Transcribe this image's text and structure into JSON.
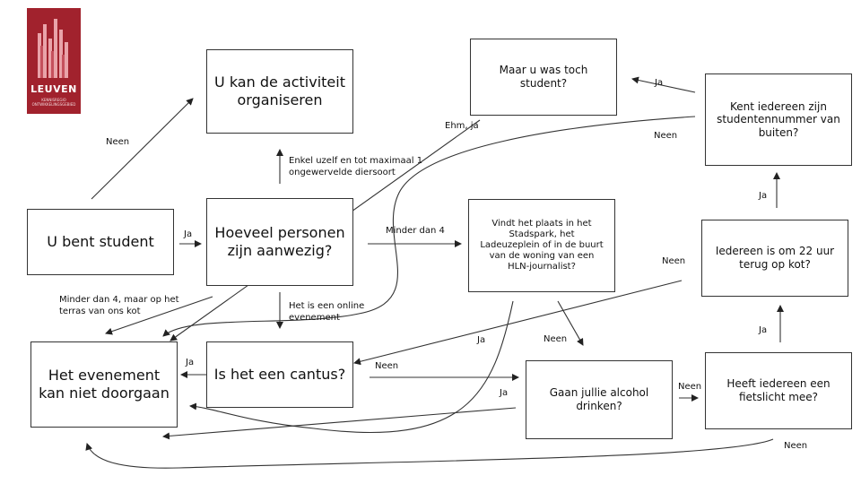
{
  "logo": {
    "name": "LEUVEN",
    "subtitle": "KENNISREGIO ONTWIKKELINGSGEBIED"
  },
  "nodes": {
    "student": "U bent student",
    "organize": "U kan de activiteit organiseren",
    "persons": "Hoeveel personen zijn aanwezig?",
    "cancel": "Het evenement kan niet doorgaan",
    "cantus": "Is het een cantus?",
    "student_q": "Maar u was toch student?",
    "number": "Kent iedereen zijn studentennummer van buiten?",
    "location": "Vindt het plaats in het Stadspark, het Ladeuzeplein of in de buurt van de woning van een HLN-journalist?",
    "home22": "Iedereen is om 22 uur terug op kot?",
    "alcohol": "Gaan jullie alcohol drinken?",
    "bikelight": "Heeft iedereen een fietslicht mee?"
  },
  "edges": {
    "neen_student": "Neen",
    "ja_student": "Ja",
    "alone": "Enkel uzelf en tot maximaal 1 ongewervelde diersoort",
    "under4": "Minder dan 4",
    "under4_terrace": "Minder dan 4, maar op het terras van ons kot",
    "online": "Het is een online evenement",
    "ehm_ja": "Ehm, ja",
    "ja_number": "Ja",
    "neen_number": "Neen",
    "ja_to_number": "Ja",
    "neen_home22": "Neen",
    "ja_home22": "Ja",
    "ja_cantus": "Ja",
    "neen_cantus": "Neen",
    "ja_location": "Ja",
    "neen_location": "Neen",
    "ja_alcohol": "Ja",
    "neen_alcohol": "Neen",
    "neen_bikelight": "Neen"
  }
}
